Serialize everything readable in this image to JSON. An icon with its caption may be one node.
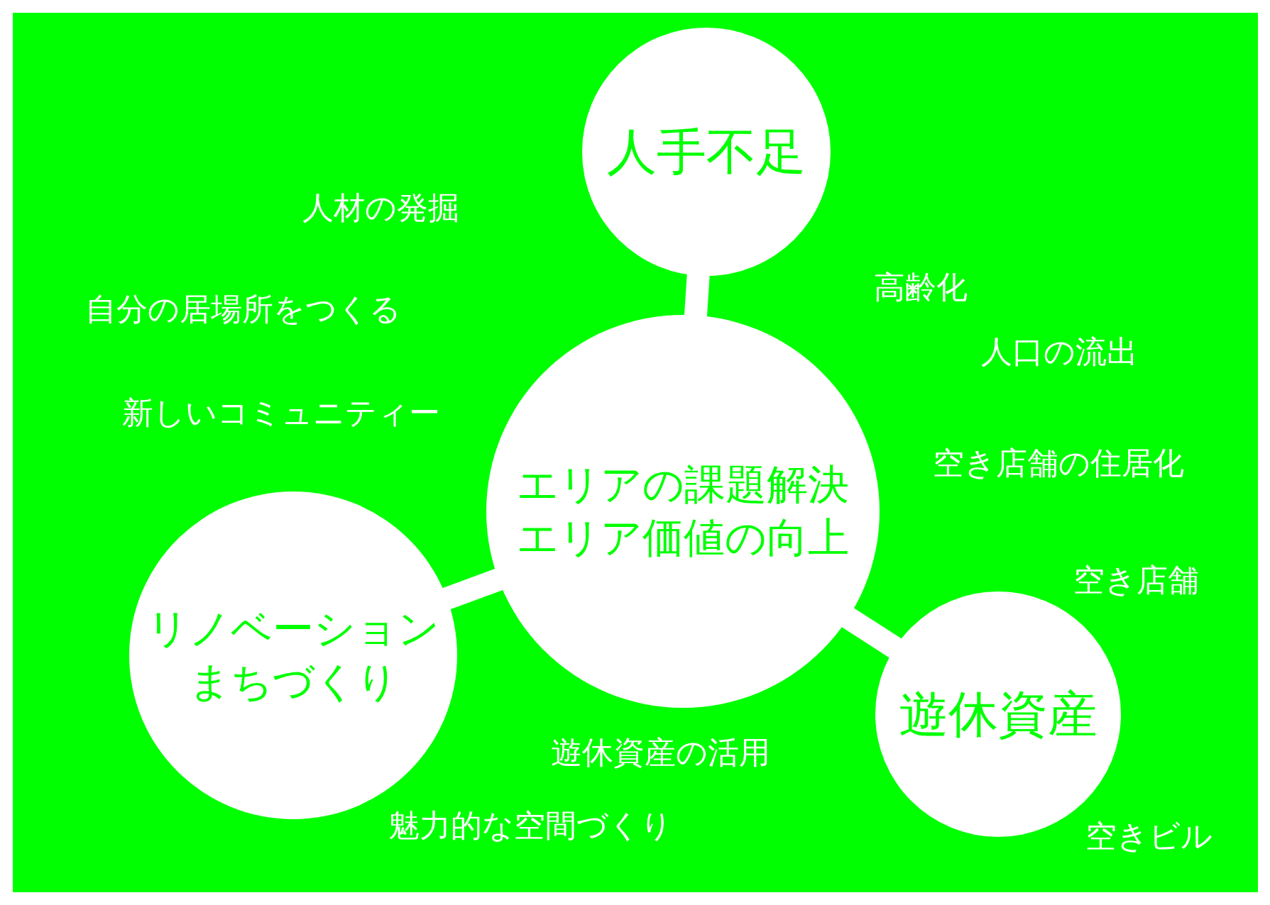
{
  "diagram": {
    "nodes": [
      {
        "text": [
          "エリアの課題解決",
          "エリア価値の向上"
        ]
      },
      {
        "text": [
          "人手不足"
        ]
      },
      {
        "text": [
          "リノベーションまちづくり"
        ]
      },
      {
        "text": [
          "遊休資産"
        ]
      }
    ],
    "edges": [
      {
        "from": 0,
        "to": 1,
        "arrow": "none"
      },
      {
        "from": 0,
        "to": 2,
        "arrow": "none"
      },
      {
        "from": 0,
        "to": 3,
        "arrow": "none"
      }
    ],
    "labels": [
      "人材の発掘",
      "高齢化",
      "自分の居場所をつくる",
      "人口の流出",
      "新しいコミュニティー",
      "空き店舗の住居化",
      "空き店舗",
      "遊休資産の活用",
      "空きビル",
      "魅力的な空間づくり"
    ]
  }
}
